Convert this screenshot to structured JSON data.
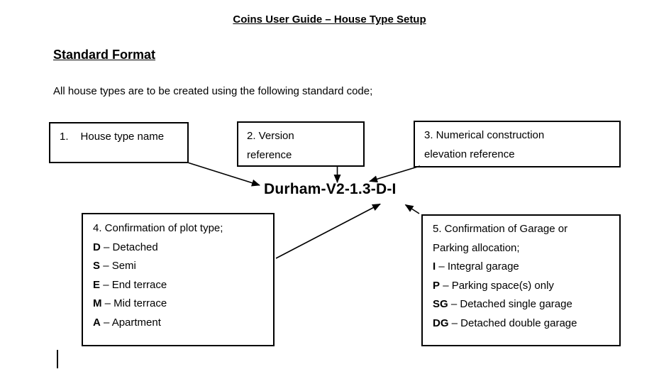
{
  "page": {
    "title": "Coins User Guide – House Type Setup",
    "heading": "Standard Format",
    "intro": "All house types are to be created using the following standard code;",
    "code": "Durham-V2-1.3-D-I"
  },
  "boxes": {
    "box1": {
      "number": "1.",
      "label": "House type name"
    },
    "box2": {
      "line1": "2. Version",
      "line2": "reference"
    },
    "box3": {
      "line1": "3. Numerical construction",
      "line2": "elevation reference"
    },
    "box4": {
      "title": "4. Confirmation of plot type;",
      "items": [
        {
          "code": "D",
          "desc": "– Detached"
        },
        {
          "code": "S",
          "desc": "– Semi"
        },
        {
          "code": "E",
          "desc": "– End terrace"
        },
        {
          "code": "M",
          "desc": "– Mid terrace"
        },
        {
          "code": "A",
          "desc": "– Apartment"
        }
      ]
    },
    "box5": {
      "title_line1": "5. Confirmation of Garage or",
      "title_line2": "Parking allocation;",
      "items": [
        {
          "code": "I",
          "desc": "– Integral garage"
        },
        {
          "code": "P",
          "desc": "– Parking space(s) only"
        },
        {
          "code": "SG",
          "desc": "– Detached single garage"
        },
        {
          "code": "DG",
          "desc": "– Detached double garage"
        }
      ]
    }
  },
  "arrows": [
    {
      "name": "arrow-house-type-name",
      "from": "box1",
      "to": "code"
    },
    {
      "name": "arrow-version-reference",
      "from": "box2",
      "to": "code"
    },
    {
      "name": "arrow-elevation-reference",
      "from": "box3",
      "to": "code"
    },
    {
      "name": "arrow-plot-type",
      "from": "box4",
      "to": "code"
    },
    {
      "name": "arrow-garage-allocation",
      "from": "box5",
      "to": "code"
    }
  ],
  "colors": {
    "ink": "#000000",
    "background": "#ffffff"
  }
}
